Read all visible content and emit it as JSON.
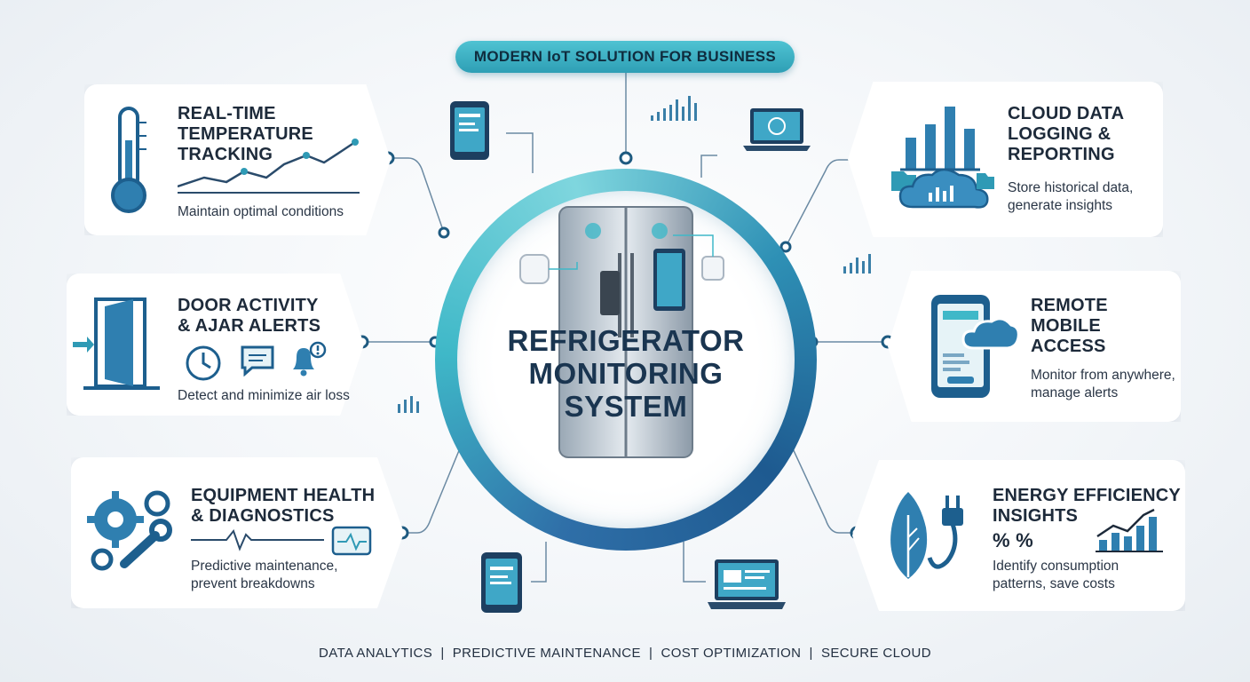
{
  "header": {
    "badge": "MODERN IoT SOLUTION FOR BUSINESS"
  },
  "hub": {
    "title_lines": [
      "REFRIGERATOR",
      "MONITORING",
      "SYSTEM"
    ]
  },
  "features": {
    "temperature": {
      "title_lines": [
        "REAL-TIME",
        "TEMPERATURE",
        "TRACKING"
      ],
      "desc_lines": [
        "Maintain optimal conditions"
      ]
    },
    "door": {
      "title_lines": [
        "DOOR ACTIVITY",
        "& AJAR ALERTS"
      ],
      "desc_lines": [
        "Detect and minimize air loss"
      ]
    },
    "equipment": {
      "title_lines": [
        "EQUIPMENT HEALTH",
        "& DIAGNOSTICS"
      ],
      "desc_lines": [
        "Predictive maintenance,",
        "prevent breakdowns"
      ]
    },
    "cloud": {
      "title_lines": [
        "CLOUD DATA",
        "LOGGING &",
        "REPORTING"
      ],
      "desc_lines": [
        "Store historical data,",
        "generate insights"
      ]
    },
    "mobile": {
      "title_lines": [
        "REMOTE",
        "MOBILE",
        "ACCESS"
      ],
      "desc_lines": [
        "Monitor from anywhere,",
        "manage alerts"
      ]
    },
    "energy": {
      "title_lines": [
        "ENERGY EFFICIENCY",
        "INSIGHTS"
      ],
      "desc_lines": [
        "Identify consumption",
        "patterns, save costs"
      ],
      "percent_label": "% %"
    }
  },
  "footer": {
    "text": "DATA ANALYTICS  |  PREDICTIVE MAINTENANCE  |  COST OPTIMIZATION  |  SECURE CLOUD"
  },
  "colors": {
    "primary": "#2f7fb0",
    "accent": "#3fb8c8",
    "dark": "#1a3550"
  }
}
